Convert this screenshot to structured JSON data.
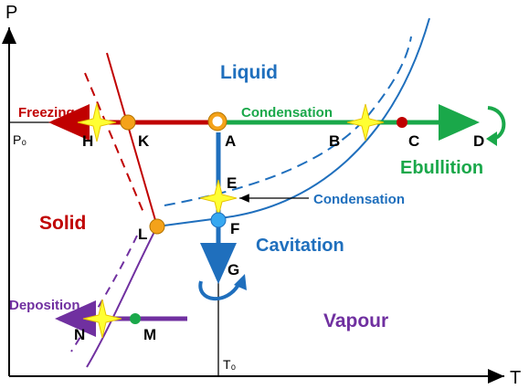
{
  "axes": {
    "y_label": "P",
    "x_label": "T",
    "p0_label": "P₀",
    "t0_label": "T₀"
  },
  "regions": {
    "liquid": "Liquid",
    "solid": "Solid",
    "vapour": "Vapour",
    "cavitation": "Cavitation",
    "ebullition": "Ebullition"
  },
  "processes": {
    "freezing": "Freezing",
    "condensation_top": "Condensation",
    "condensation_mid": "Condensation",
    "deposition": "Deposition"
  },
  "points": {
    "A": "A",
    "B": "B",
    "C": "C",
    "D": "D",
    "E": "E",
    "F": "F",
    "G": "G",
    "H": "H",
    "K": "K",
    "L": "L",
    "M": "M",
    "N": "N"
  },
  "colors": {
    "red": "#c00000",
    "blue": "#1f6fbd",
    "green": "#1aa84a",
    "purple": "#7030a0",
    "orange": "#f4a21a",
    "yellow": "#ffff33",
    "axis": "#000000"
  }
}
